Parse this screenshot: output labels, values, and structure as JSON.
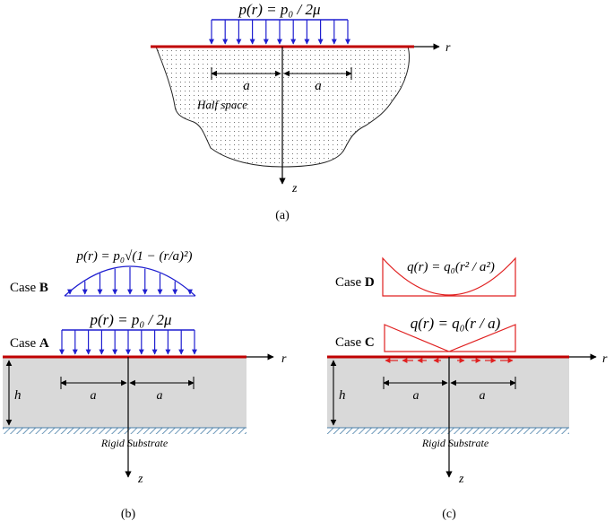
{
  "panel_a": {
    "load_label": "p(r) = p₀ / 2μ",
    "r_label": "r",
    "z_label": "z",
    "a_left": "a",
    "a_right": "a",
    "region_label": "Half space",
    "caption": "(a)"
  },
  "panel_b": {
    "caseB_prefix": "Case ",
    "caseB_letter": "B",
    "caseB_formula": "p(r) = p₀√(1 − (r/a)²)",
    "caseA_prefix": "Case ",
    "caseA_letter": "A",
    "caseA_formula": "p(r) = p₀ / 2μ",
    "r_label": "r",
    "z_label": "z",
    "h_label": "h",
    "a_left": "a",
    "a_right": "a",
    "substrate_label": "Rigid Substrate",
    "caption": "(b)"
  },
  "panel_c": {
    "caseD_prefix": "Case ",
    "caseD_letter": "D",
    "caseD_formula": "q(r) = q₀(r² / a²)",
    "caseC_prefix": "Case ",
    "caseC_letter": "C",
    "caseC_formula": "q(r) = q₀(r / a)",
    "r_label": "r",
    "z_label": "z",
    "h_label": "h",
    "a_left": "a",
    "a_right": "a",
    "substrate_label": "Rigid Substrate",
    "caption": "(c)"
  },
  "colors": {
    "surface": "#c00000",
    "pressure_arrows": "#1f1fd0",
    "shear_load": "#e02020",
    "layer_fill": "#d9d9d9",
    "substrate_hatch": "#4a7fa8",
    "axis": "#000000"
  }
}
